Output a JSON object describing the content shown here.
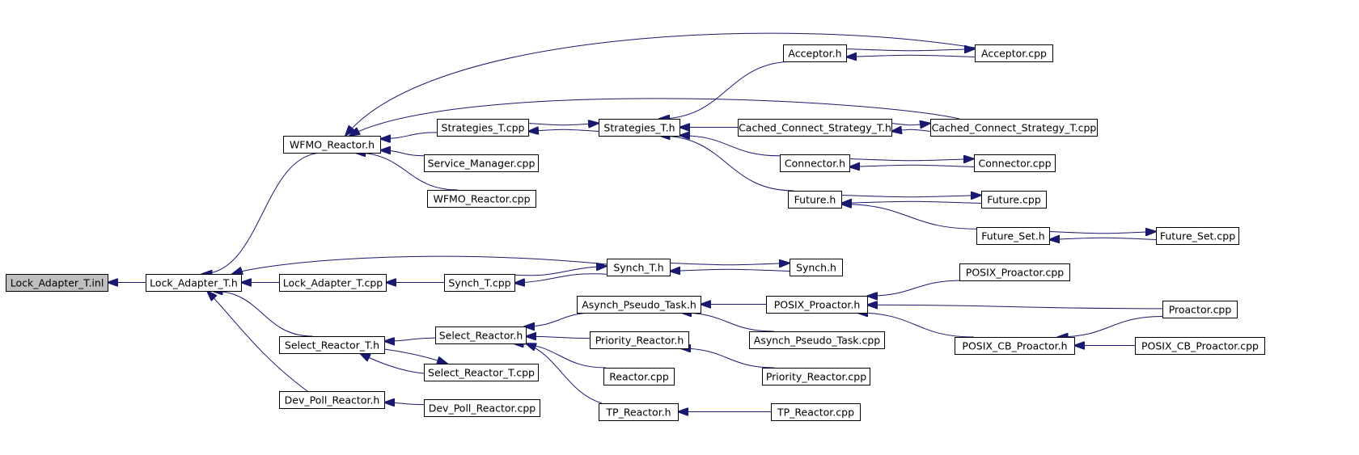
{
  "colors": {
    "node_fill": "#ffffff",
    "root_fill": "#bfbfbf",
    "node_border": "#000000",
    "edge": "#191970",
    "background": "#ffffff"
  },
  "nodes": [
    {
      "id": "lock_adapter_t_inl",
      "label": "Lock_Adapter_T.inl",
      "root": true
    },
    {
      "id": "lock_adapter_t_h",
      "label": "Lock_Adapter_T.h"
    },
    {
      "id": "wfmo_reactor_h",
      "label": "WFMO_Reactor.h"
    },
    {
      "id": "lock_adapter_t_cpp",
      "label": "Lock_Adapter_T.cpp"
    },
    {
      "id": "select_reactor_t_h",
      "label": "Select_Reactor_T.h"
    },
    {
      "id": "dev_poll_reactor_h",
      "label": "Dev_Poll_Reactor.h"
    },
    {
      "id": "strategies_t_cpp",
      "label": "Strategies_T.cpp"
    },
    {
      "id": "service_manager_cpp",
      "label": "Service_Manager.cpp"
    },
    {
      "id": "wfmo_reactor_cpp",
      "label": "WFMO_Reactor.cpp"
    },
    {
      "id": "synch_t_cpp",
      "label": "Synch_T.cpp"
    },
    {
      "id": "select_reactor_h",
      "label": "Select_Reactor.h"
    },
    {
      "id": "select_reactor_t_cpp",
      "label": "Select_Reactor_T.cpp"
    },
    {
      "id": "dev_poll_reactor_cpp",
      "label": "Dev_Poll_Reactor.cpp"
    },
    {
      "id": "acceptor_h",
      "label": "Acceptor.h"
    },
    {
      "id": "strategies_t_h",
      "label": "Strategies_T.h"
    },
    {
      "id": "synch_t_h",
      "label": "Synch_T.h"
    },
    {
      "id": "asynch_pseudo_task_h",
      "label": "Asynch_Pseudo_Task.h"
    },
    {
      "id": "priority_reactor_h",
      "label": "Priority_Reactor.h"
    },
    {
      "id": "reactor_cpp",
      "label": "Reactor.cpp"
    },
    {
      "id": "tp_reactor_h",
      "label": "TP_Reactor.h"
    },
    {
      "id": "cached_connect_strategy_t_h",
      "label": "Cached_Connect_Strategy_T.h"
    },
    {
      "id": "connector_h",
      "label": "Connector.h"
    },
    {
      "id": "future_h",
      "label": "Future.h"
    },
    {
      "id": "posix_proactor_h",
      "label": "POSIX_Proactor.h"
    },
    {
      "id": "asynch_pseudo_task_cpp",
      "label": "Asynch_Pseudo_Task.cpp"
    },
    {
      "id": "priority_reactor_cpp",
      "label": "Priority_Reactor.cpp"
    },
    {
      "id": "tp_reactor_cpp",
      "label": "TP_Reactor.cpp"
    },
    {
      "id": "acceptor_cpp",
      "label": "Acceptor.cpp"
    },
    {
      "id": "cached_connect_strategy_t_cpp",
      "label": "Cached_Connect_Strategy_T.cpp"
    },
    {
      "id": "connector_cpp",
      "label": "Connector.cpp"
    },
    {
      "id": "future_cpp",
      "label": "Future.cpp"
    },
    {
      "id": "future_set_h",
      "label": "Future_Set.h"
    },
    {
      "id": "synch_h",
      "label": "Synch.h"
    },
    {
      "id": "posix_cb_proactor_h",
      "label": "POSIX_CB_Proactor.h"
    },
    {
      "id": "future_set_cpp",
      "label": "Future_Set.cpp"
    },
    {
      "id": "posix_proactor_cpp",
      "label": "POSIX_Proactor.cpp"
    },
    {
      "id": "proactor_cpp",
      "label": "Proactor.cpp"
    },
    {
      "id": "posix_cb_proactor_cpp",
      "label": "POSIX_CB_Proactor.cpp"
    }
  ],
  "edges": [
    {
      "from": "lock_adapter_t_h",
      "to": "lock_adapter_t_inl"
    },
    {
      "from": "wfmo_reactor_h",
      "to": "lock_adapter_t_h"
    },
    {
      "from": "lock_adapter_t_cpp",
      "to": "lock_adapter_t_h"
    },
    {
      "from": "select_reactor_t_h",
      "to": "lock_adapter_t_h"
    },
    {
      "from": "dev_poll_reactor_h",
      "to": "lock_adapter_t_h"
    },
    {
      "from": "synch_t_h",
      "to": "lock_adapter_t_h"
    },
    {
      "from": "strategies_t_cpp",
      "to": "wfmo_reactor_h"
    },
    {
      "from": "service_manager_cpp",
      "to": "wfmo_reactor_h"
    },
    {
      "from": "wfmo_reactor_cpp",
      "to": "wfmo_reactor_h"
    },
    {
      "from": "acceptor_cpp",
      "to": "wfmo_reactor_h"
    },
    {
      "from": "cached_connect_strategy_t_cpp",
      "to": "wfmo_reactor_h"
    },
    {
      "from": "synch_t_cpp",
      "to": "lock_adapter_t_cpp"
    },
    {
      "from": "select_reactor_h",
      "to": "select_reactor_t_h"
    },
    {
      "from": "select_reactor_t_cpp",
      "to": "select_reactor_t_h"
    },
    {
      "from": "select_reactor_t_h",
      "to": "select_reactor_t_cpp"
    },
    {
      "from": "dev_poll_reactor_cpp",
      "to": "dev_poll_reactor_h"
    },
    {
      "from": "strategies_t_cpp",
      "to": "strategies_t_h"
    },
    {
      "from": "strategies_t_h",
      "to": "strategies_t_cpp"
    },
    {
      "from": "acceptor_h",
      "to": "strategies_t_h"
    },
    {
      "from": "cached_connect_strategy_t_h",
      "to": "strategies_t_h"
    },
    {
      "from": "connector_h",
      "to": "strategies_t_h"
    },
    {
      "from": "future_h",
      "to": "strategies_t_h"
    },
    {
      "from": "synch_t_cpp",
      "to": "synch_t_h"
    },
    {
      "from": "synch_t_h",
      "to": "synch_t_cpp"
    },
    {
      "from": "synch_h",
      "to": "synch_t_h"
    },
    {
      "from": "synch_t_h",
      "to": "synch_h"
    },
    {
      "from": "asynch_pseudo_task_h",
      "to": "select_reactor_h"
    },
    {
      "from": "priority_reactor_h",
      "to": "select_reactor_h"
    },
    {
      "from": "reactor_cpp",
      "to": "select_reactor_h"
    },
    {
      "from": "tp_reactor_h",
      "to": "select_reactor_h"
    },
    {
      "from": "posix_proactor_h",
      "to": "asynch_pseudo_task_h"
    },
    {
      "from": "asynch_pseudo_task_cpp",
      "to": "asynch_pseudo_task_h"
    },
    {
      "from": "priority_reactor_cpp",
      "to": "priority_reactor_h"
    },
    {
      "from": "tp_reactor_cpp",
      "to": "tp_reactor_h"
    },
    {
      "from": "acceptor_h",
      "to": "acceptor_cpp"
    },
    {
      "from": "acceptor_cpp",
      "to": "acceptor_h"
    },
    {
      "from": "cached_connect_strategy_t_h",
      "to": "cached_connect_strategy_t_cpp"
    },
    {
      "from": "cached_connect_strategy_t_cpp",
      "to": "cached_connect_strategy_t_h"
    },
    {
      "from": "connector_h",
      "to": "connector_cpp"
    },
    {
      "from": "connector_cpp",
      "to": "connector_h"
    },
    {
      "from": "future_h",
      "to": "future_cpp"
    },
    {
      "from": "future_cpp",
      "to": "future_h"
    },
    {
      "from": "future_set_h",
      "to": "future_h"
    },
    {
      "from": "future_set_h",
      "to": "future_set_cpp"
    },
    {
      "from": "future_set_cpp",
      "to": "future_set_h"
    },
    {
      "from": "posix_proactor_cpp",
      "to": "posix_proactor_h"
    },
    {
      "from": "proactor_cpp",
      "to": "posix_proactor_h"
    },
    {
      "from": "posix_cb_proactor_h",
      "to": "posix_proactor_h"
    },
    {
      "from": "proactor_cpp",
      "to": "posix_cb_proactor_h"
    },
    {
      "from": "posix_cb_proactor_cpp",
      "to": "posix_cb_proactor_h"
    }
  ]
}
